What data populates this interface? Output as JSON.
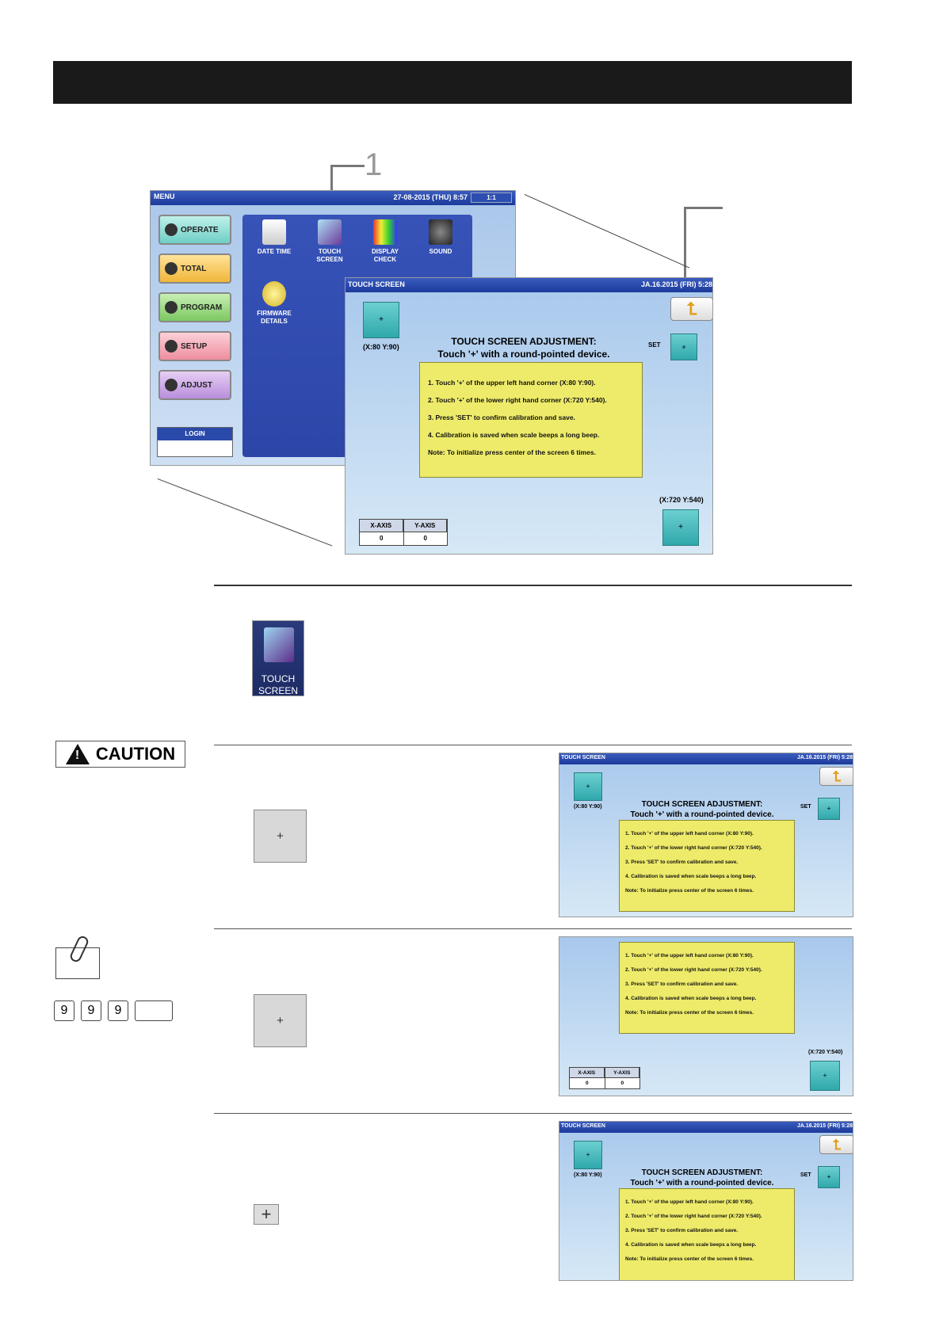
{
  "callout": {
    "number": "1"
  },
  "menu_screen": {
    "title": "MENU",
    "datetime": "27-08-2015 (THU)  8:57",
    "status": "1:1",
    "buttons": [
      {
        "label": "OPERATE",
        "color": "#7fd8d0"
      },
      {
        "label": "TOTAL",
        "color": "#f4c44a"
      },
      {
        "label": "PROGRAM",
        "color": "#8fd07a"
      },
      {
        "label": "SETUP",
        "color": "#f19aa8"
      },
      {
        "label": "ADJUST",
        "color": "#c59be0"
      }
    ],
    "items": [
      {
        "label1": "DATE TIME",
        "label2": ""
      },
      {
        "label1": "TOUCH",
        "label2": "SCREEN"
      },
      {
        "label1": "DISPLAY",
        "label2": "CHECK"
      },
      {
        "label1": "SOUND",
        "label2": ""
      },
      {
        "label1": "FIRMWARE",
        "label2": "DETAILS"
      }
    ],
    "login_label": "LOGIN"
  },
  "touch_screen": {
    "title": "TOUCH SCREEN",
    "datetime": "JA.16.2015 (FRI)  5:28",
    "heading1": "TOUCH SCREEN ADJUSTMENT:",
    "heading2": "Touch '+' with a round-pointed device.",
    "plus": "+",
    "set_label": "SET",
    "coord_ul": "(X:80 Y:90)",
    "coord_lr": "(X:720 Y:540)",
    "instructions": [
      "1. Touch '+' of the upper left hand corner (X:80 Y:90).",
      "2. Touch '+' of the lower right hand corner (X:720 Y:540).",
      "3. Press 'SET' to confirm calibration and save.",
      "4. Calibration is saved when scale beeps a long beep.",
      "Note: To initialize press center of the screen 6 times."
    ],
    "x_axis_label": "X-AXIS",
    "y_axis_label": "Y-AXIS",
    "x_value": "0",
    "y_value": "0"
  },
  "touch_icon": {
    "line1": "TOUCH",
    "line2": "SCREEN"
  },
  "step_plus": "+",
  "caution_label": "CAUTION",
  "keys": [
    "9",
    "9",
    "9",
    ""
  ]
}
